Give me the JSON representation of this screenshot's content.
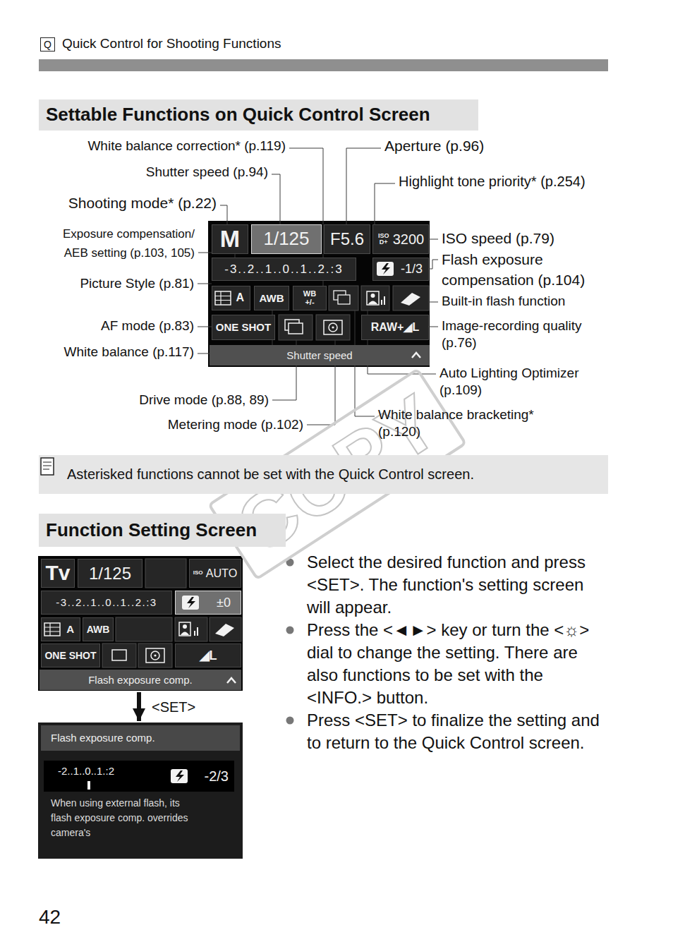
{
  "diagram": {
    "nodes": [
      {
        "text": [
          "Q"
        ]
      },
      {
        "text": [
          "Settable Functions on Quick Control Screen"
        ]
      },
      {
        "text": []
      },
      {
        "text": [
          "M"
        ],
        "in": 2
      },
      {
        "text": [
          "1/125"
        ],
        "in": 2
      },
      {
        "text": [
          "F5.6"
        ],
        "in": 2
      },
      {
        "text": [
          "ISO D+",
          "3200"
        ],
        "in": 2
      },
      {
        "text": [
          "-3..2..1..0..1..2.:3"
        ],
        "in": 2
      },
      {
        "text": [
          "-1/3"
        ],
        "in": 2
      },
      {
        "text": [
          "A"
        ],
        "in": 2
      },
      {
        "text": [
          "AWB"
        ],
        "in": 2
      },
      {
        "text": [
          "WB +/-"
        ],
        "in": 2
      },
      {
        "text": [
          "ONE SHOT"
        ],
        "in": 2
      },
      {
        "text": [
          "RAW+◢L"
        ],
        "in": 2
      },
      {
        "text": [
          "Shutter speed"
        ],
        "in": 2
      },
      {
        "text": [
          "Asterisked functions cannot be set with the Quick Control screen."
        ]
      },
      {
        "text": [
          "Function Setting Screen"
        ]
      },
      {
        "text": []
      },
      {
        "text": [
          "Tv"
        ],
        "in": 17
      },
      {
        "text": [
          "1/125"
        ],
        "in": 17
      },
      {
        "text": [
          "ISO",
          "AUTO"
        ],
        "in": 17
      },
      {
        "text": [
          "-3..2..1..0..1..2.:3"
        ],
        "in": 17
      },
      {
        "text": [
          "±0"
        ],
        "in": 17
      },
      {
        "text": [
          "A"
        ],
        "in": 17
      },
      {
        "text": [
          "AWB"
        ],
        "in": 17
      },
      {
        "text": [
          "ONE SHOT"
        ],
        "in": 17
      },
      {
        "text": [
          "◢L"
        ],
        "in": 17
      },
      {
        "text": [
          "Flash exposure comp."
        ],
        "in": 17
      },
      {
        "text": [
          "When using external flash, its flash exposure comp. overrides camera's"
        ]
      },
      {
        "text": [
          "Flash exposure comp."
        ],
        "in": 28
      },
      {
        "text": [
          "-2..1..0..1.:2"
        ],
        "in": 28
      },
      {
        "text": [
          "-2/3"
        ],
        "in": 28
      }
    ],
    "edges": [
      {
        "from": 17,
        "to": 28,
        "arrow": "to",
        "label": "<SET>"
      }
    ],
    "labels": [
      "Quick Control for Shooting Functions",
      "White balance correction* (p.119)",
      "Shutter speed (p.94)",
      "Shooting mode* (p.22)",
      "Exposure compensation/ AEB setting (p.103, 105)",
      "Picture Style (p.81)",
      "AF mode (p.83)",
      "White balance (p.117)",
      "Drive mode (p.88, 89)",
      "Metering mode (p.102)",
      "Aperture (p.96)",
      "Highlight tone priority* (p.254)",
      "ISO speed (p.79)",
      "Flash exposure compensation (p.104)",
      "Built-in flash function",
      "Image-recording quality (p.76)",
      "Auto Lighting Optimizer (p.109)",
      "White balance bracketing* (p.120)",
      "Select the desired function and press <SET>. The function's setting screen will appear.",
      "Press the <◄►> key or turn the <☼> dial to change the setting. There are also functions to be set with the <INFO.> button.",
      "Press <SET> to finalize the setting and to return to the Quick Control screen.",
      "COPY",
      "42"
    ]
  }
}
